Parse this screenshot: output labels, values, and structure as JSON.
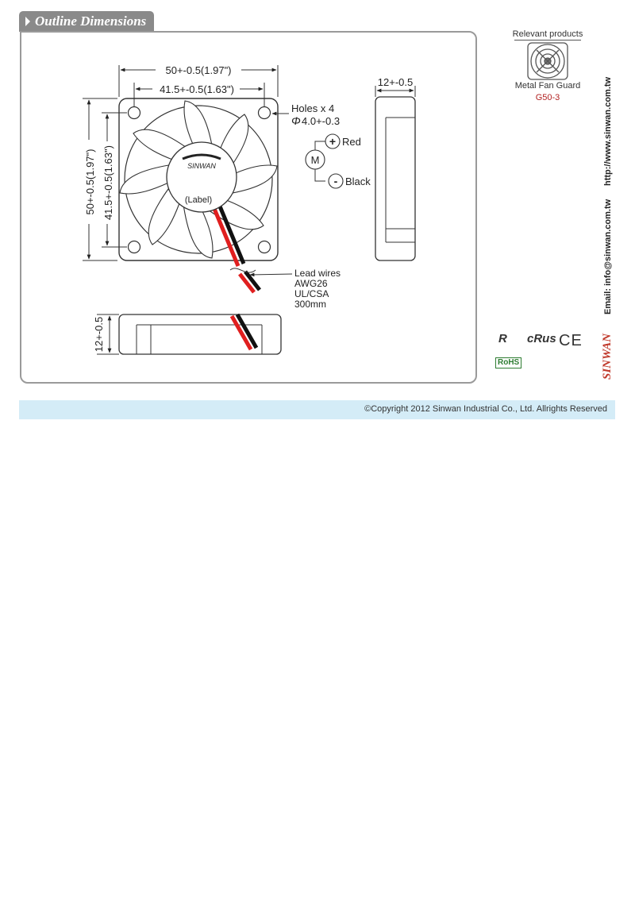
{
  "section": {
    "title": "Outline Dimensions"
  },
  "drawing": {
    "width_outer": "50+-0.5(1.97\")",
    "width_inner": "41.5+-0.5(1.63\")",
    "height_outer": "50+-0.5(1.97\")",
    "height_inner": "41.5+-0.5(1.63\")",
    "holes_label": "Holes x 4",
    "holes_dia": "4.0+-0.3",
    "phi": "Φ",
    "motor": "M",
    "plus": "+",
    "minus": "-",
    "red_label": "Red",
    "black_label": "Black",
    "brand": "SINWAN",
    "label_text": "(Label)",
    "lead_wires": [
      "Lead wires",
      "AWG26",
      "UL/CSA",
      "300mm"
    ],
    "thickness_side": "12+-0.5",
    "thickness_bottom": "12+-0.5"
  },
  "relevant": {
    "title": "Relevant products",
    "product_name": "Metal Fan Guard",
    "product_code": "G50-3"
  },
  "side": {
    "url": "http://www.sinwan.com.tw",
    "email": "Email: info@sinwan.com.tw",
    "brand": "SINWAN"
  },
  "certs": {
    "ul": "R",
    "cul": "cRus",
    "ce": "CE",
    "rohs": "RoHS"
  },
  "footer": {
    "copyright": "©Copyright 2012 Sinwan Industrial Co., Ltd. Allrights Reserved"
  },
  "colors": {
    "accent": "#8a8a8a",
    "footer_bg": "#d4ecf7",
    "brand_red": "#c0392b",
    "wire_red": "#e01f1f"
  }
}
